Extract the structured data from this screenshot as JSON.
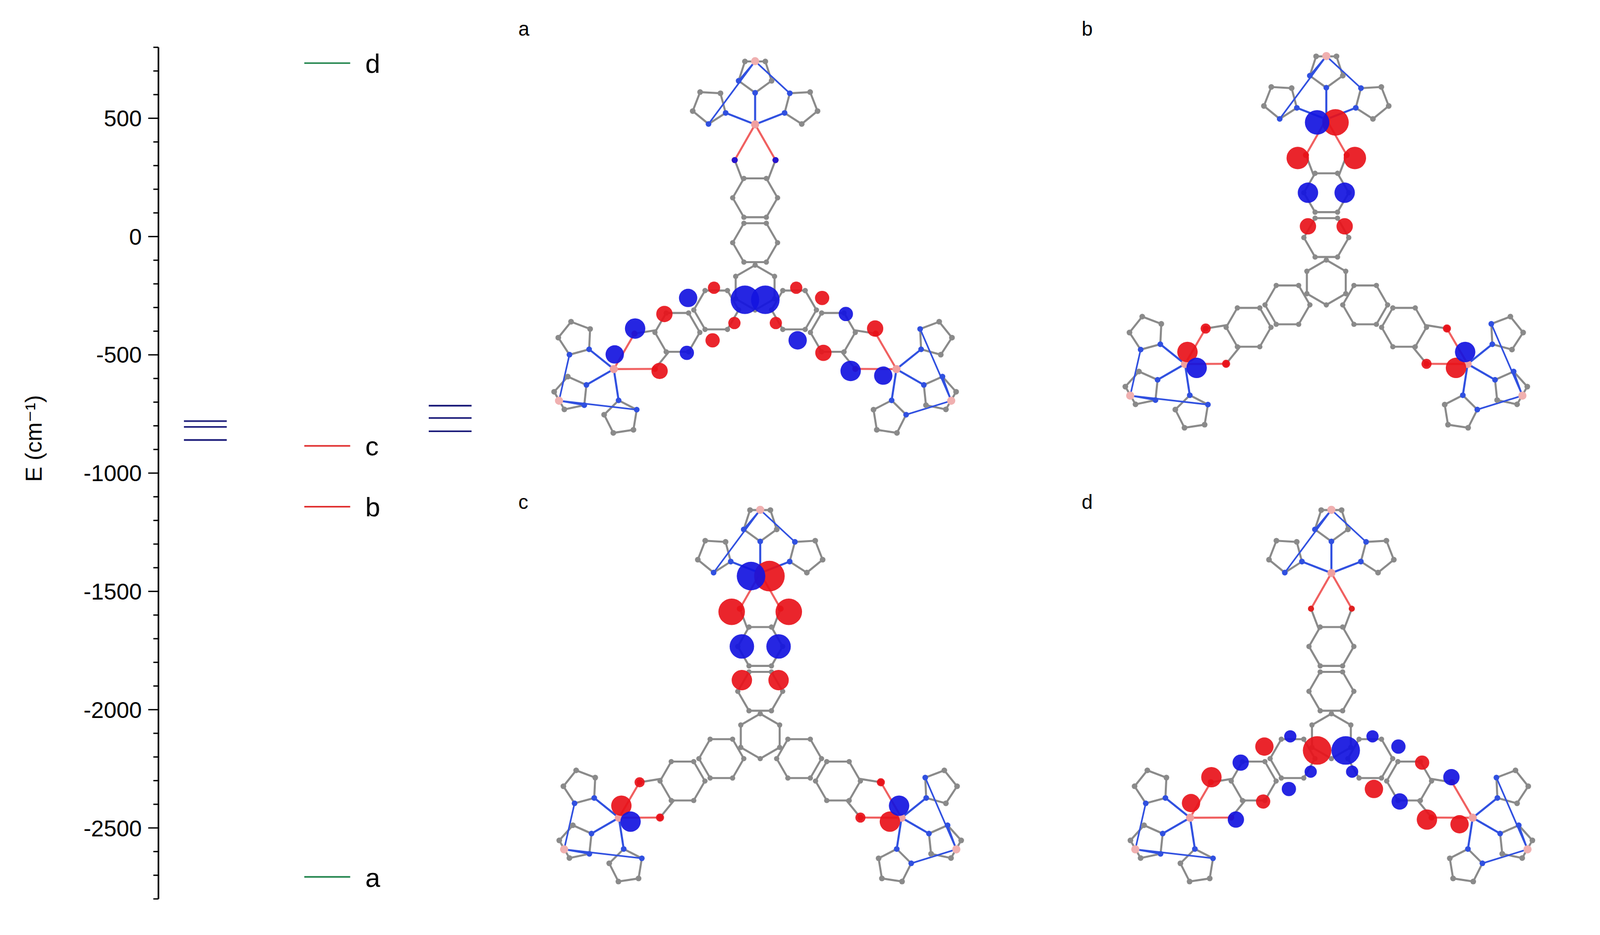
{
  "diagram": {
    "labels": [
      "E (cm⁻¹)",
      "500",
      "0",
      "-500",
      "-1000",
      "-1500",
      "-2000",
      "-2500",
      "d",
      "c",
      "b",
      "a",
      "a",
      "b",
      "c",
      "d"
    ]
  }
}
